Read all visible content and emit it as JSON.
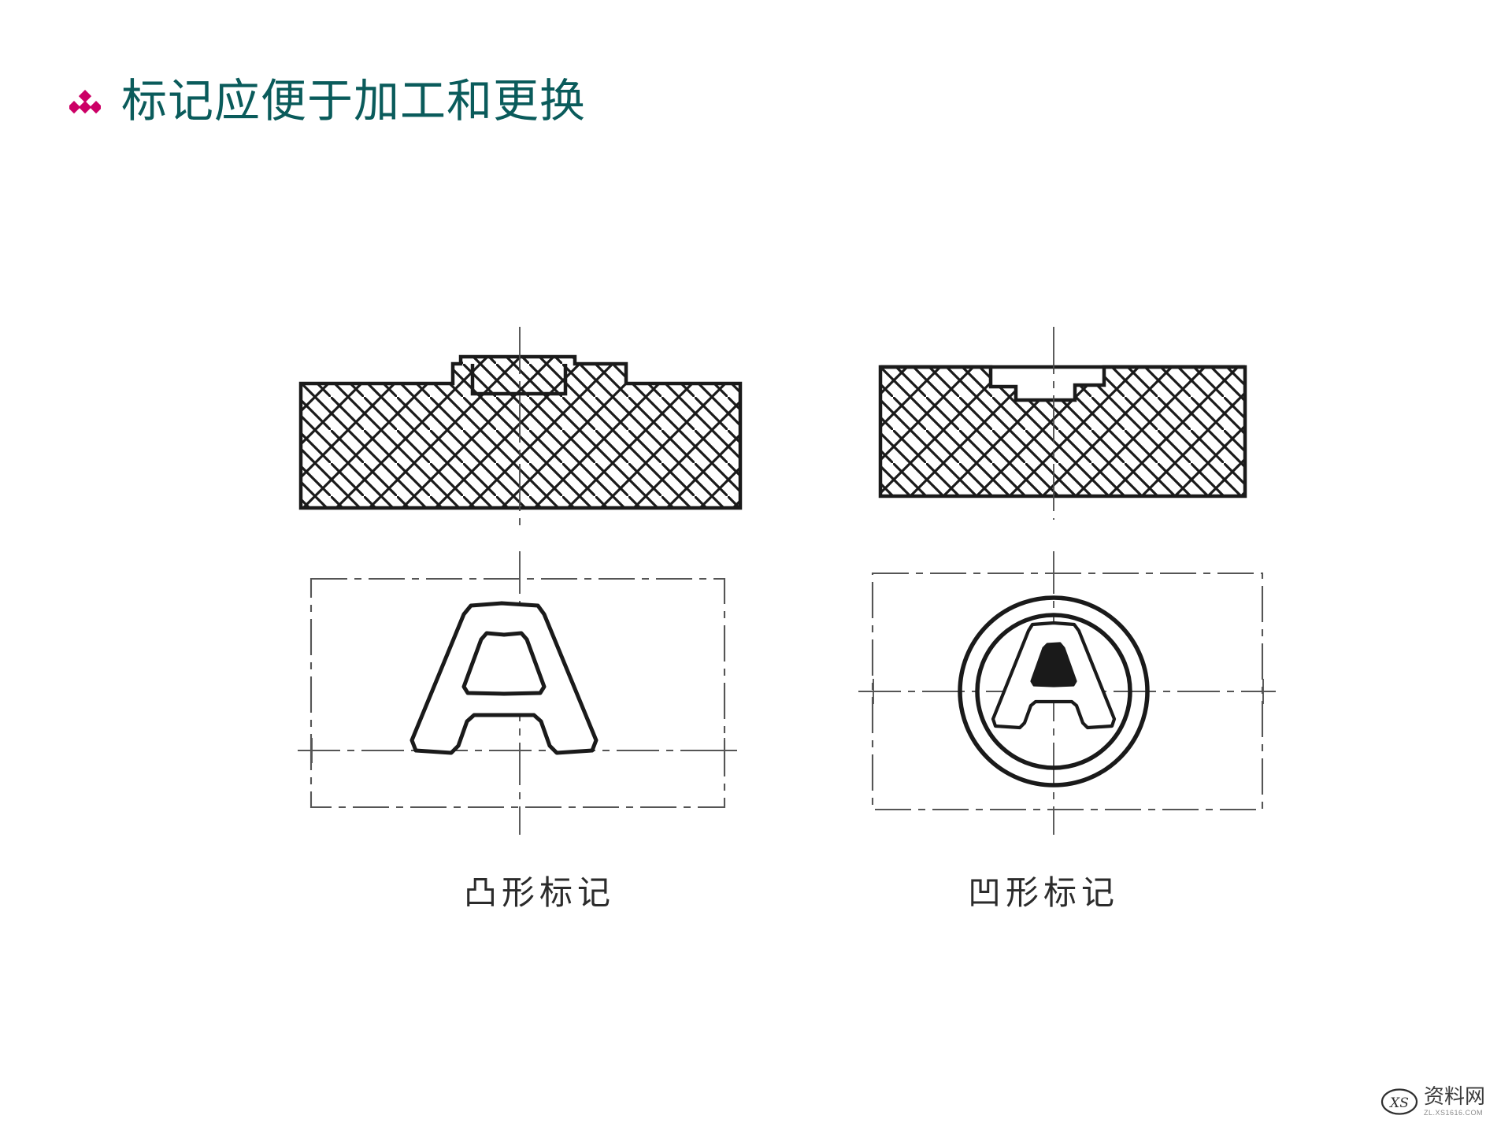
{
  "slide": {
    "background_color": "#ffffff"
  },
  "title": {
    "bullet_icon": "diamond-cluster-bullet-icon",
    "bullet_color": "#cc0066",
    "text": "标记应便于加工和更换",
    "color": "#0a5b5b"
  },
  "figure": {
    "name": "mold-marking-engineering-drawing",
    "line_color": "#1a1a1a",
    "left": {
      "name": "convex-marking-figure",
      "section_view_name": "convex-section-view",
      "plan_view_name": "convex-plan-view",
      "letter": "A",
      "caption": "凸形标记"
    },
    "right": {
      "name": "concave-marking-figure",
      "section_view_name": "concave-section-view",
      "plan_view_name": "concave-plan-view",
      "letter": "A",
      "caption": "凹形标记"
    }
  },
  "watermark": {
    "logo_text": "XS",
    "main_text": "资料网",
    "sub_text": "ZL.XS1616.COM"
  }
}
